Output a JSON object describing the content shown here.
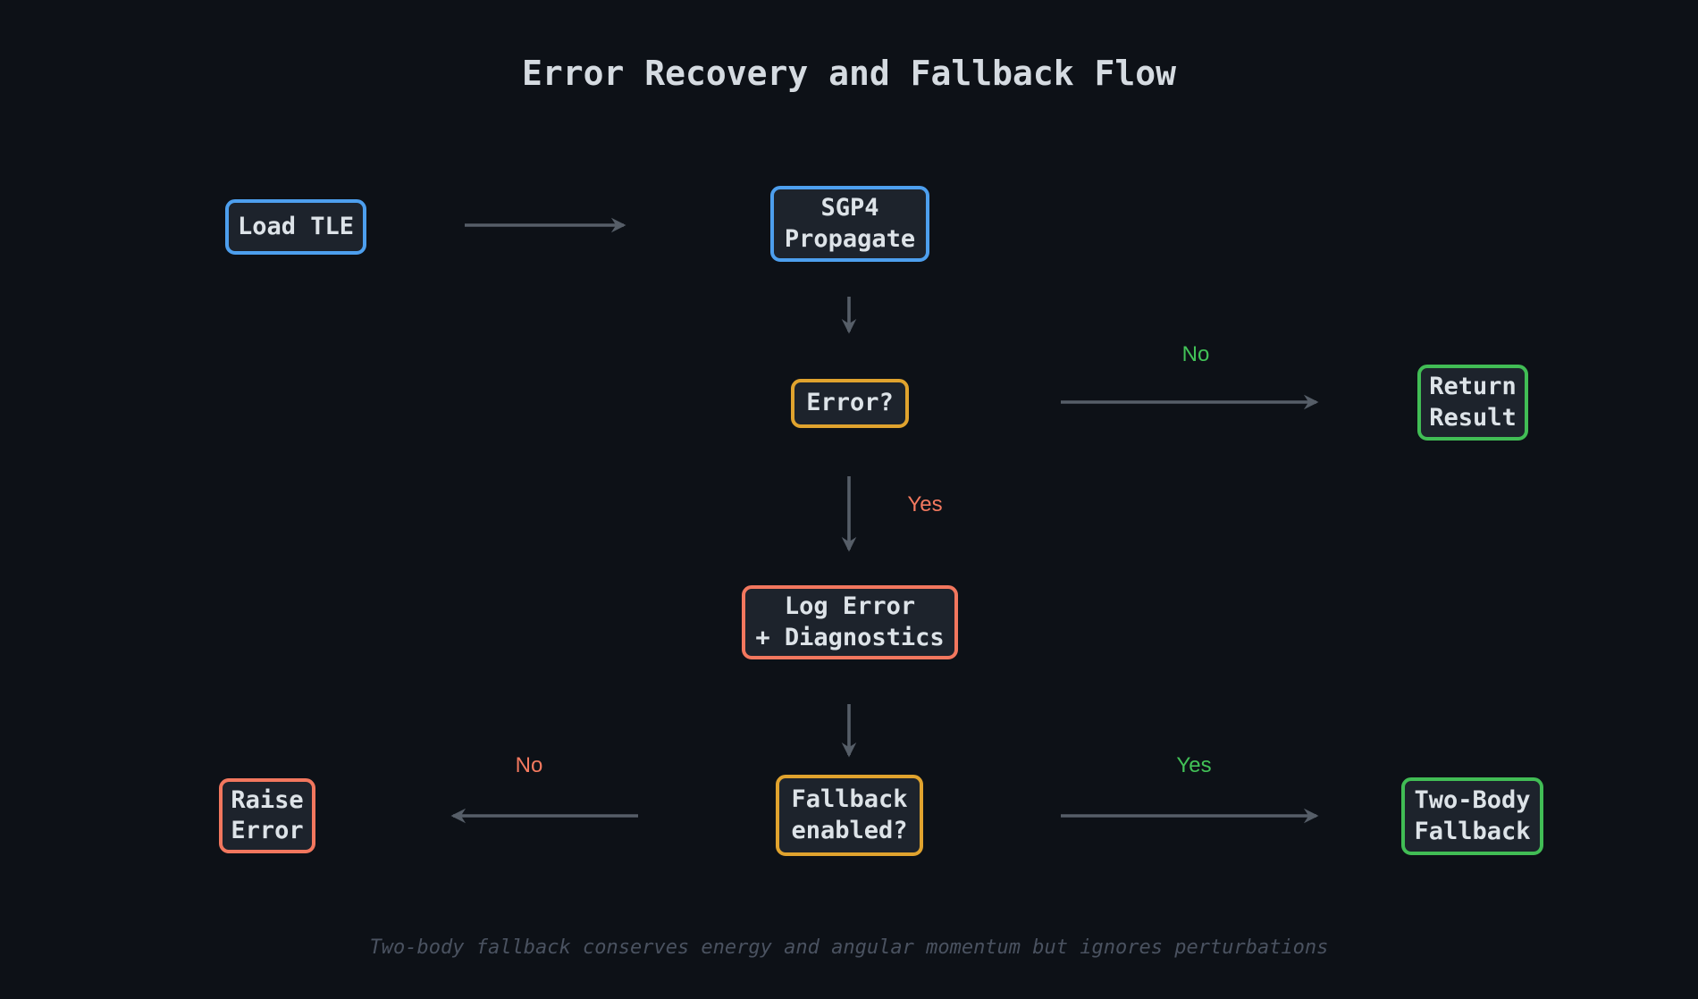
{
  "title": "Error Recovery and Fallback Flow",
  "footer": "Two-body fallback conserves energy and angular momentum but ignores perturbations",
  "nodes": {
    "load_tle": {
      "label": "Load TLE",
      "border_color": "#4d9fee"
    },
    "sgp4_propagate": {
      "label": "SGP4\nPropagate",
      "border_color": "#4d9fee"
    },
    "error_check": {
      "label": "Error?",
      "border_color": "#e0a32e"
    },
    "return_result": {
      "label": "Return\nResult",
      "border_color": "#41bd55"
    },
    "log_error": {
      "label": "Log Error\n+ Diagnostics",
      "border_color": "#f2775e"
    },
    "fallback_check": {
      "label": "Fallback\nenabled?",
      "border_color": "#e0a32e"
    },
    "raise_error": {
      "label": "Raise\nError",
      "border_color": "#f2775e"
    },
    "two_body": {
      "label": "Two-Body\nFallback",
      "border_color": "#41bd55"
    }
  },
  "edge_labels": {
    "error_no": {
      "text": "No",
      "color": "#42c257"
    },
    "error_yes": {
      "text": "Yes",
      "color": "#f3795f"
    },
    "fallback_no": {
      "text": "No",
      "color": "#f3795f"
    },
    "fallback_yes": {
      "text": "Yes",
      "color": "#42c257"
    }
  },
  "colors": {
    "background": "#0d1117",
    "node_fill": "#1d232c",
    "node_text": "#dde3e8",
    "arrow": "#565e68",
    "title_text": "#d5dbe1",
    "footer_text": "#4a5260"
  }
}
